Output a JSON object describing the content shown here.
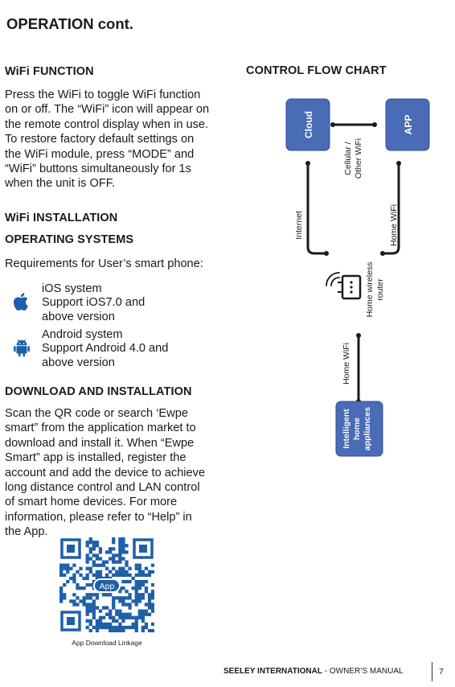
{
  "page": {
    "title": "OPERATION cont.",
    "number": "7"
  },
  "wifi_function": {
    "heading": "WiFi FUNCTION",
    "lines": [
      "Press the WiFi to toggle WiFi function",
      "on or off. The “WiFi” icon will appear on",
      "the remote control display when in use.",
      "To restore factory default settings on",
      "the WiFi module, press “MODE” and",
      "“WiFi” buttons simultaneously for 1s",
      "when the unit is OFF."
    ]
  },
  "wifi_installation": {
    "heading": "WiFi INSTALLATION",
    "subheading": "OPERATING SYSTEMS",
    "requirements": "Requirements for User’s smart phone:",
    "ios": {
      "icon": "apple-icon",
      "lines": [
        "iOS system",
        "Support iOS7.0 and",
        "above version"
      ]
    },
    "android": {
      "icon": "android-icon",
      "lines": [
        "Android system",
        "Support Android 4.0 and",
        "above version"
      ]
    }
  },
  "download": {
    "heading": "DOWNLOAD AND INSTALLATION",
    "lines": [
      "Scan the QR code or search ‘Ewpe",
      "smart” from the application market to",
      "download and install it.  When “Ewpe",
      "Smart” app is installed, register the",
      "account and add the device to achieve",
      "long distance control and LAN control",
      "of smart home devices. For more",
      "information, please refer to “Help” in",
      "the App."
    ],
    "qr_badge": "App",
    "qr_caption": "App Download Linkage"
  },
  "flow_chart": {
    "heading": "CONTROL FLOW CHART",
    "box_color": "#4a6bb5",
    "cloud": "Cloud",
    "app": "APP",
    "cellular_lines": [
      "Cellular /",
      "Other WiFi"
    ],
    "internet": "Internet",
    "home_wifi_right": "Home WiFi",
    "router_lines": [
      "Home wireless",
      "router"
    ],
    "home_wifi_lower": "Home WiFi",
    "appliance_lines": [
      "Intelligent",
      "home",
      "appliances"
    ]
  },
  "footer": {
    "company": "SEELEY INTERNATIONAL",
    "separator": " - ",
    "manual": "OWNER’S MANUAL"
  }
}
